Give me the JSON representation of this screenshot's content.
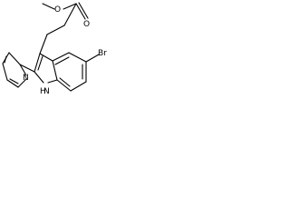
{
  "structure": {
    "atoms": {
      "ester_o_methyl": "O",
      "carbonyl_o": "O",
      "bromine": "Br",
      "indole_nh": "H",
      "indole_n": "N",
      "pyridine_n": "N"
    }
  },
  "colors": {
    "background": "#ffffff",
    "line": "#000000"
  }
}
